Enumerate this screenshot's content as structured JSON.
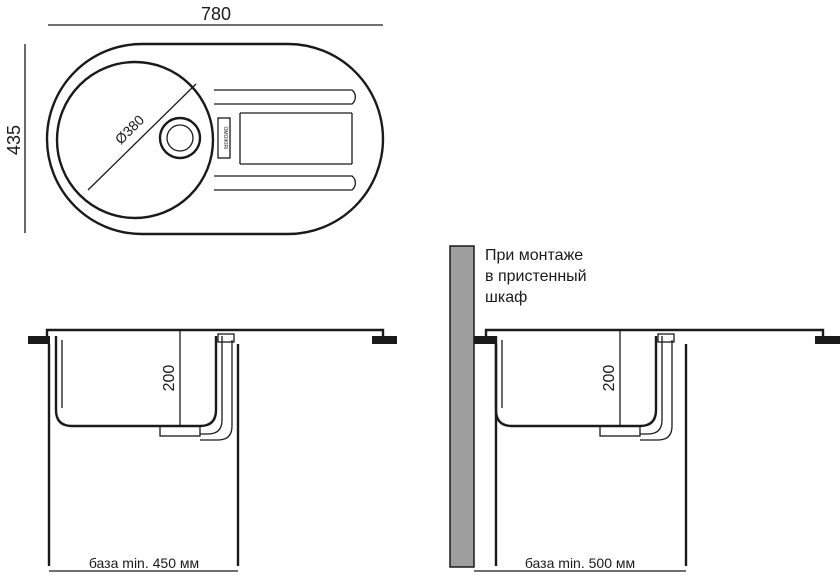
{
  "top_view": {
    "width_label": "780",
    "height_label": "435",
    "diameter_label": "Ø380",
    "brand_mark": "OMOIKIRI"
  },
  "section_left": {
    "depth_label": "200",
    "base_label": "база min. 450 мм"
  },
  "section_right": {
    "depth_label": "200",
    "base_label": "база min. 500 мм",
    "note_lines": [
      "При монтаже",
      "в пристенный",
      "шкаф"
    ]
  }
}
